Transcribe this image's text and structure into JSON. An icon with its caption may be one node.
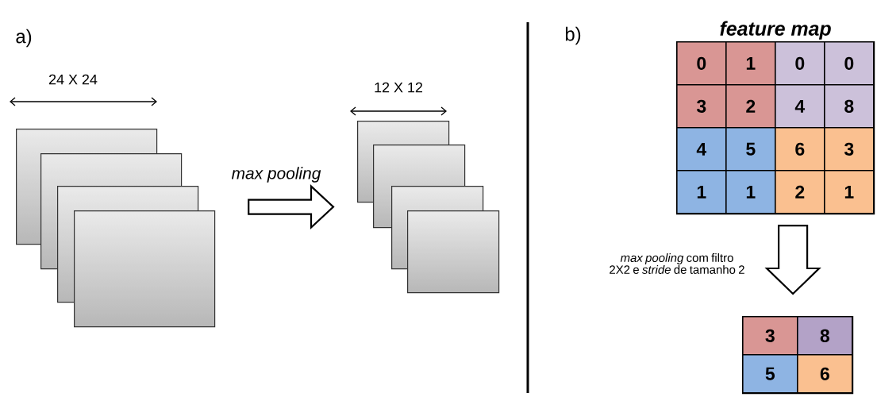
{
  "diagram": {
    "nodes": [
      {
        "text": [],
        "shape": "box"
      },
      {
        "text": [],
        "shape": "box"
      },
      {
        "text": [],
        "shape": "box"
      },
      {
        "text": [],
        "shape": "box"
      },
      {
        "text": [],
        "shape": "box"
      },
      {
        "text": [],
        "shape": "box"
      },
      {
        "text": [],
        "shape": "box"
      },
      {
        "text": [],
        "shape": "box"
      },
      {
        "text": [
          "feature map"
        ]
      },
      {
        "text": [
          "0"
        ],
        "in": 8
      },
      {
        "text": [
          "1"
        ],
        "in": 8
      },
      {
        "text": [
          "0"
        ],
        "in": 8
      },
      {
        "text": [
          "0"
        ],
        "in": 8
      },
      {
        "text": [
          "3"
        ],
        "in": 8
      },
      {
        "text": [
          "2"
        ],
        "in": 8
      },
      {
        "text": [
          "4"
        ],
        "in": 8
      },
      {
        "text": [
          "8"
        ],
        "in": 8
      },
      {
        "text": [
          "4"
        ],
        "in": 8
      },
      {
        "text": [
          "5"
        ],
        "in": 8
      },
      {
        "text": [
          "6"
        ],
        "in": 8
      },
      {
        "text": [
          "3"
        ],
        "in": 8
      },
      {
        "text": [
          "1"
        ],
        "in": 8
      },
      {
        "text": [
          "1"
        ],
        "in": 8
      },
      {
        "text": [
          "2"
        ],
        "in": 8
      },
      {
        "text": [
          "1"
        ],
        "in": 8
      },
      {
        "text": [],
        "shape": "box"
      },
      {
        "text": [
          "3"
        ],
        "in": 25
      },
      {
        "text": [
          "8"
        ],
        "in": 25
      },
      {
        "text": [
          "5"
        ],
        "in": 25
      },
      {
        "text": [
          "6"
        ],
        "in": 25
      }
    ],
    "edges": [
      {
        "from": 3,
        "to": 5,
        "arrow": "to",
        "label": "max pooling"
      },
      {
        "from": 8,
        "to": 25,
        "arrow": "to",
        "label": "*max pooling* com filtro 2X2 e *stride* de tamanho 2"
      }
    ],
    "labels": [
      "a)",
      "24 X 24",
      "12 X 12",
      "b)"
    ]
  }
}
